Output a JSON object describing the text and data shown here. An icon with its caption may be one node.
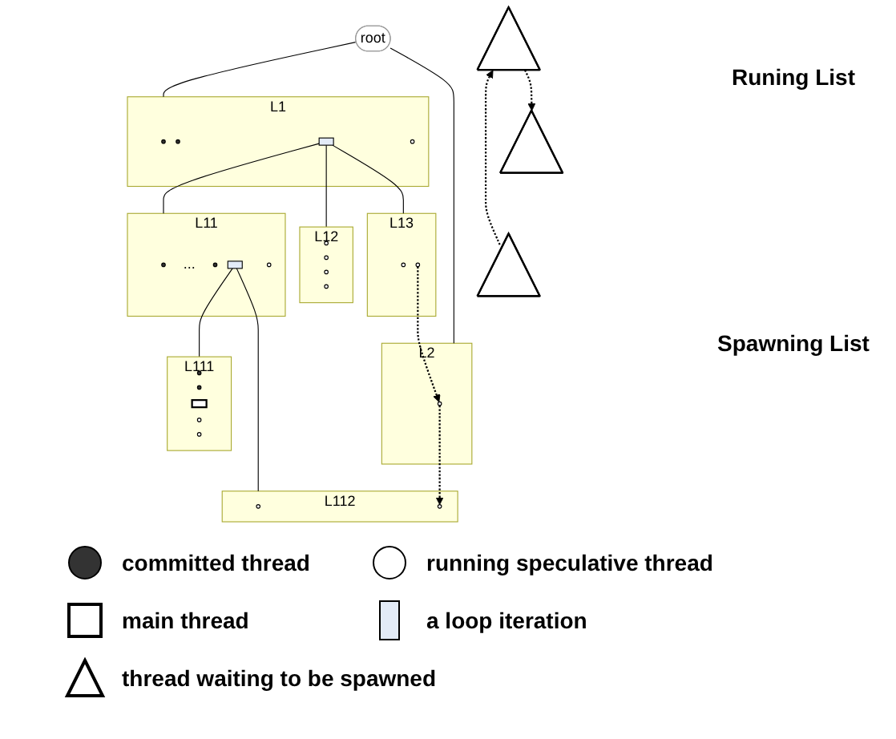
{
  "diagram": {
    "nodes": [
      {
        "text": [
          "root"
        ]
      },
      {
        "text": [
          "L1"
        ]
      },
      {
        "text": [],
        "shape": "circle",
        "in": 1
      },
      {
        "text": [],
        "shape": "circle",
        "in": 1
      },
      {
        "text": [],
        "shape": "bar",
        "in": 1
      },
      {
        "text": [],
        "shape": "circle",
        "in": 1
      },
      {
        "text": [
          "L2"
        ]
      },
      {
        "text": [],
        "shape": "circle",
        "in": 6
      },
      {
        "text": [
          "L11"
        ]
      },
      {
        "text": [],
        "shape": "circle",
        "in": 8
      },
      {
        "text": [
          "..."
        ],
        "in": 8
      },
      {
        "text": [],
        "shape": "circle",
        "in": 8
      },
      {
        "text": [],
        "shape": "bar",
        "in": 8
      },
      {
        "text": [],
        "shape": "circle",
        "in": 8
      },
      {
        "text": [
          "L12"
        ]
      },
      {
        "text": [],
        "shape": "circle",
        "in": 14
      },
      {
        "text": [],
        "shape": "circle",
        "in": 14
      },
      {
        "text": [],
        "shape": "circle",
        "in": 14
      },
      {
        "text": [],
        "shape": "circle",
        "in": 14
      },
      {
        "text": [
          "L13"
        ]
      },
      {
        "text": [],
        "shape": "circle",
        "in": 19
      },
      {
        "text": [],
        "shape": "circle",
        "in": 19
      },
      {
        "text": [
          "L111"
        ]
      },
      {
        "text": [],
        "shape": "circle",
        "in": 22
      },
      {
        "text": [],
        "shape": "circle",
        "in": 22
      },
      {
        "text": [],
        "shape": "box",
        "in": 22
      },
      {
        "text": [],
        "shape": "circle",
        "in": 22
      },
      {
        "text": [],
        "shape": "circle",
        "in": 22
      },
      {
        "text": [
          "L112"
        ]
      },
      {
        "text": [],
        "shape": "circle",
        "in": 28
      },
      {
        "text": [],
        "shape": "circle",
        "in": 28
      },
      {
        "text": [],
        "shape": "triangle"
      },
      {
        "text": [],
        "shape": "triangle"
      },
      {
        "text": [],
        "shape": "triangle"
      }
    ],
    "edges": [
      {
        "from": 0,
        "to": 1,
        "arrow": "none"
      },
      {
        "from": 0,
        "to": 6,
        "arrow": "none"
      },
      {
        "from": 4,
        "to": 8,
        "arrow": "none"
      },
      {
        "from": 4,
        "to": 14,
        "arrow": "none"
      },
      {
        "from": 4,
        "to": 19,
        "arrow": "none"
      },
      {
        "from": 12,
        "to": 22,
        "arrow": "none"
      },
      {
        "from": 12,
        "to": 28,
        "arrow": "none"
      },
      {
        "from": 21,
        "to": 7,
        "arrow": "to",
        "style": "dashed"
      },
      {
        "from": 7,
        "to": 30,
        "arrow": "to",
        "style": "dashed"
      },
      {
        "from": 33,
        "to": 31,
        "arrow": "to",
        "style": "dashed"
      },
      {
        "from": 31,
        "to": 32,
        "arrow": "to",
        "style": "dashed"
      }
    ],
    "labels": [
      "Runing List",
      "Spawning List"
    ],
    "legend": [
      {
        "text": "committed thread"
      },
      {
        "text": "running speculative thread"
      },
      {
        "text": "main thread"
      },
      {
        "text": "a loop iteration"
      },
      {
        "text": "thread waiting to be spawned"
      }
    ]
  }
}
